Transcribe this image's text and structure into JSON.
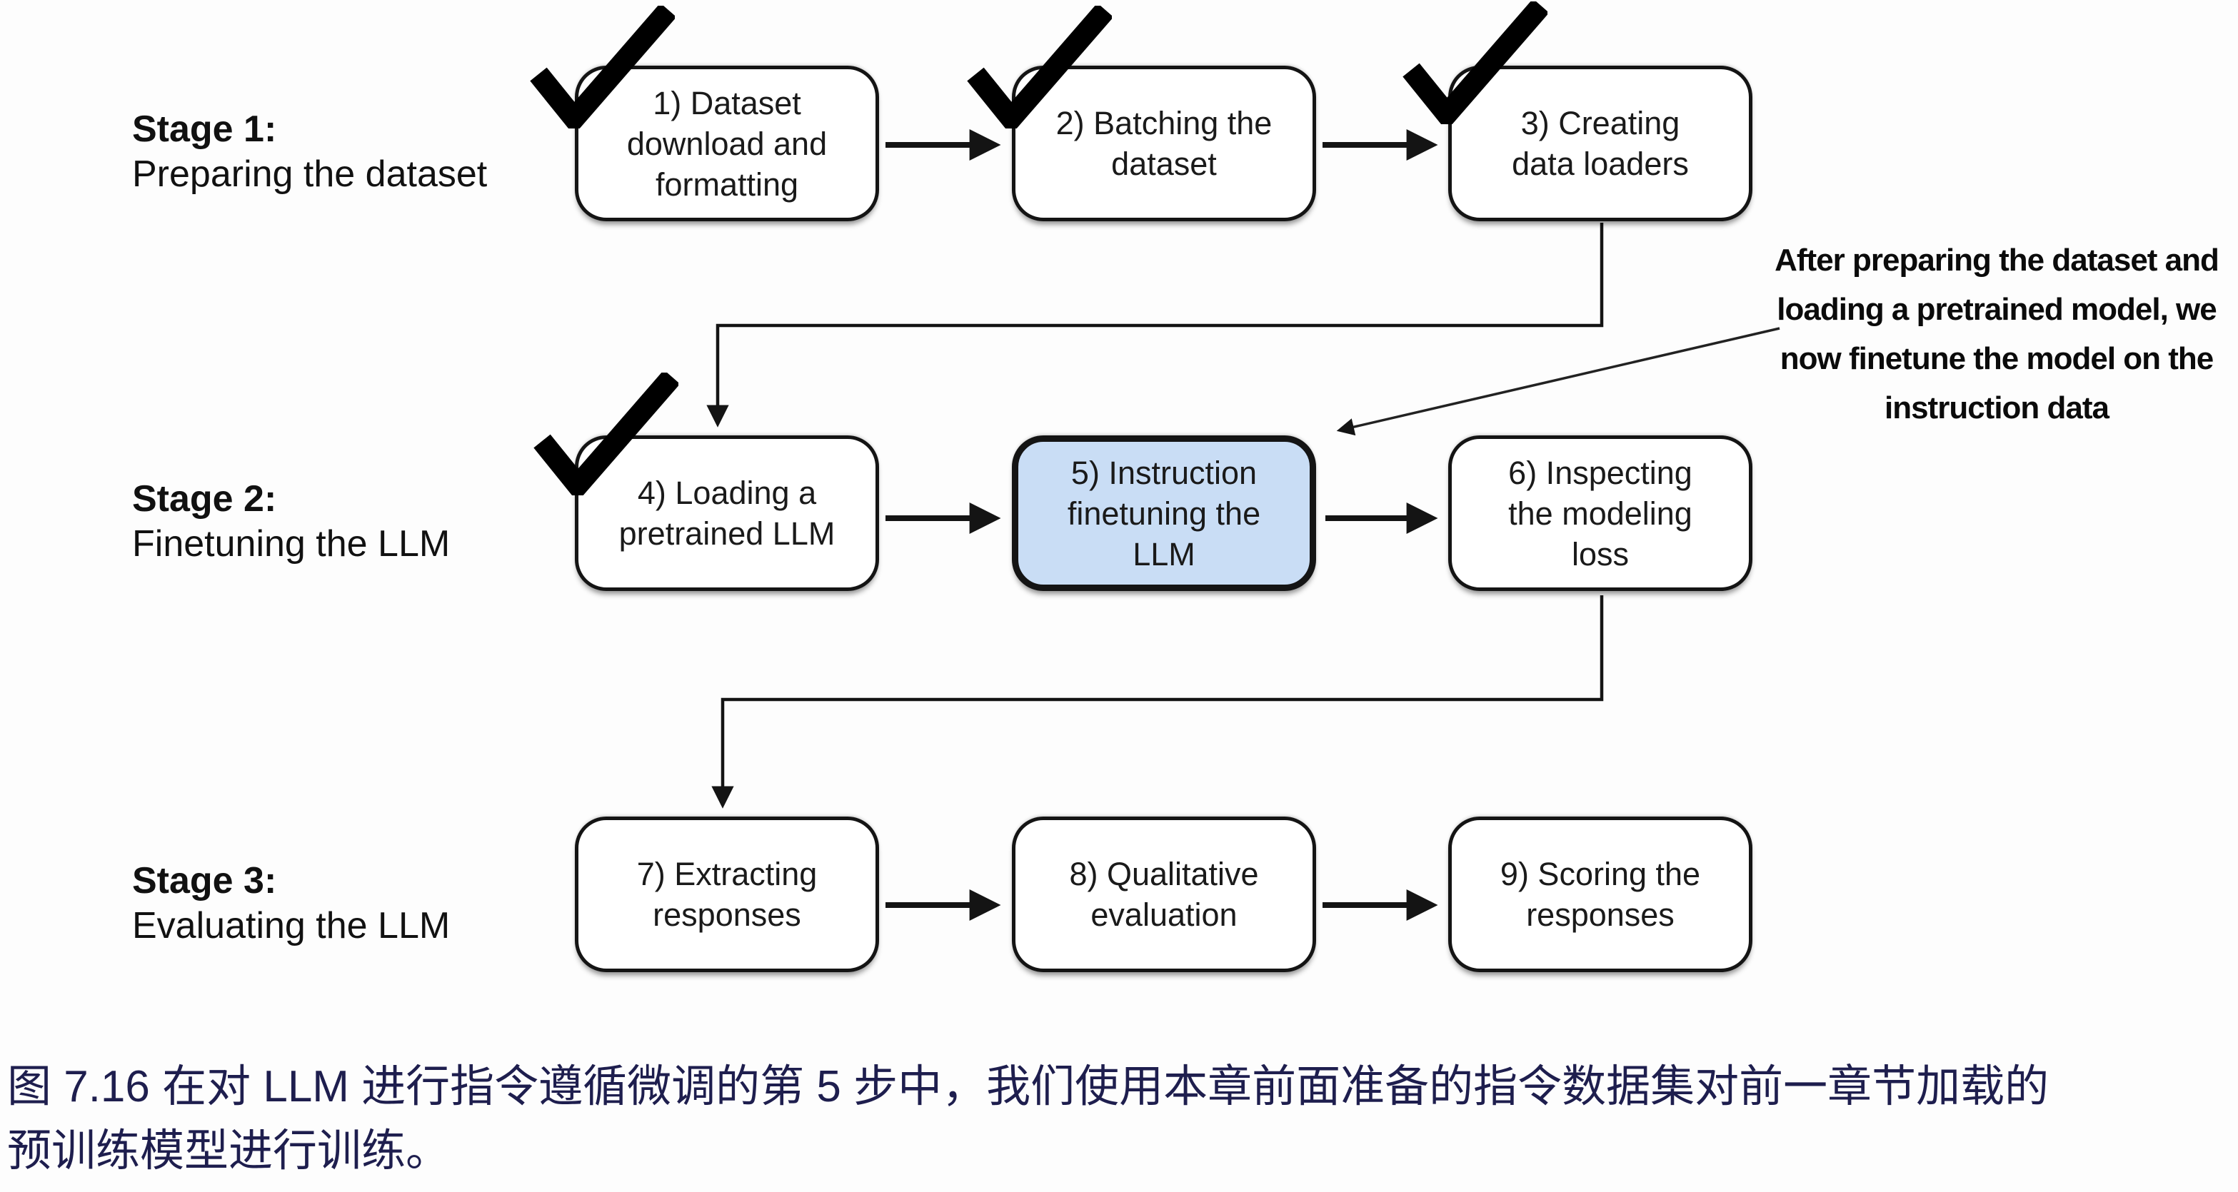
{
  "figure": {
    "stages": [
      {
        "title": "Stage 1:",
        "subtitle": "Preparing the dataset"
      },
      {
        "title": "Stage 2:",
        "subtitle": "Finetuning the LLM"
      },
      {
        "title": "Stage 3:",
        "subtitle": "Evaluating the LLM"
      }
    ],
    "boxes": [
      {
        "lines": [
          "1) Dataset",
          "download and",
          "formatting"
        ],
        "checked": true,
        "highlighted": false
      },
      {
        "lines": [
          "2) Batching the",
          "dataset"
        ],
        "checked": true,
        "highlighted": false
      },
      {
        "lines": [
          "3) Creating",
          "data loaders"
        ],
        "checked": true,
        "highlighted": false
      },
      {
        "lines": [
          "4) Loading a",
          "pretrained LLM"
        ],
        "checked": true,
        "highlighted": false
      },
      {
        "lines": [
          "5) Instruction",
          "finetuning the",
          "LLM"
        ],
        "checked": false,
        "highlighted": true
      },
      {
        "lines": [
          "6) Inspecting",
          "the modeling",
          "loss"
        ],
        "checked": false,
        "highlighted": false
      },
      {
        "lines": [
          "7) Extracting",
          "responses"
        ],
        "checked": false,
        "highlighted": false
      },
      {
        "lines": [
          "8) Qualitative",
          "evaluation"
        ],
        "checked": false,
        "highlighted": false
      },
      {
        "lines": [
          "9) Scoring the",
          "responses"
        ],
        "checked": false,
        "highlighted": false
      }
    ],
    "annotation": {
      "lines": [
        "After preparing the dataset and",
        "loading a pretrained model, we",
        "now finetune the model on the",
        "instruction data"
      ]
    }
  },
  "caption": {
    "lines": [
      "图 7.16 在对 LLM 进行指令遵循微调的第 5 步中，我们使用本章前面准备的指令数据集对前一章节加载的",
      "预训练模型进行训练。"
    ]
  },
  "colors": {
    "highlight_fill": "#c9ddf5",
    "caption_text": "#1e1e4e",
    "stroke": "#141414"
  }
}
